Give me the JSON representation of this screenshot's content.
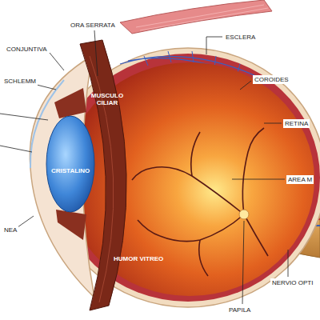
{
  "diagram": {
    "labels": [
      "ORA SERRATA",
      "CONJUNTIVA",
      "SCHLEMM",
      "ESCLERA",
      "COROIDES",
      "MUSCULO CILIAR",
      "RETINA",
      "CRISTALINO",
      "AREA M",
      "NEA",
      "HUMOR VITREO",
      "NERVIO OPTI",
      "PAPILA"
    ]
  }
}
